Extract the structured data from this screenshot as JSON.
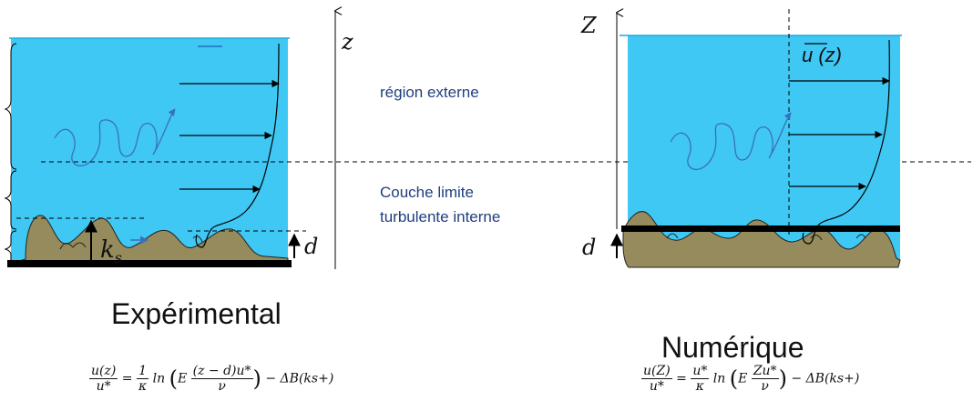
{
  "left_panel": {
    "axis_label": "z",
    "roughness_label": "k",
    "roughness_sub": "s",
    "displacement_label": "d",
    "title": "Expérimental"
  },
  "middle_labels": {
    "outer_region": "région externe",
    "inner_layer_line1": "Couche limite",
    "inner_layer_line2": "turbulente interne"
  },
  "right_panel": {
    "axis_label": "Z",
    "velocity_label": "u (z)",
    "displacement_label": "d",
    "title": "Numérique"
  },
  "equations": {
    "left": {
      "lhs_num": "u(z)",
      "lhs_den": "u*",
      "coef_num": "1",
      "coef_den": "κ",
      "ln": "ln",
      "E": "E",
      "arg_num": "(z − d)u*",
      "arg_den": "ν",
      "tail": "− ΔB(ks+)"
    },
    "right": {
      "lhs_num": "u(Z)",
      "lhs_den": "u*",
      "coef_num": "u*",
      "coef_den": "κ",
      "ln": "ln",
      "E": "E",
      "arg_num": "Zu*",
      "arg_den": "ν",
      "tail": "− ΔB(ks+)"
    }
  },
  "colors": {
    "water": "#3fc8f4",
    "water_line": "#1ea8d8",
    "sediment": "#968b5c",
    "bed": "#000000",
    "eddy": "#3b6fb8",
    "text_blue": "#1f3f7f"
  }
}
